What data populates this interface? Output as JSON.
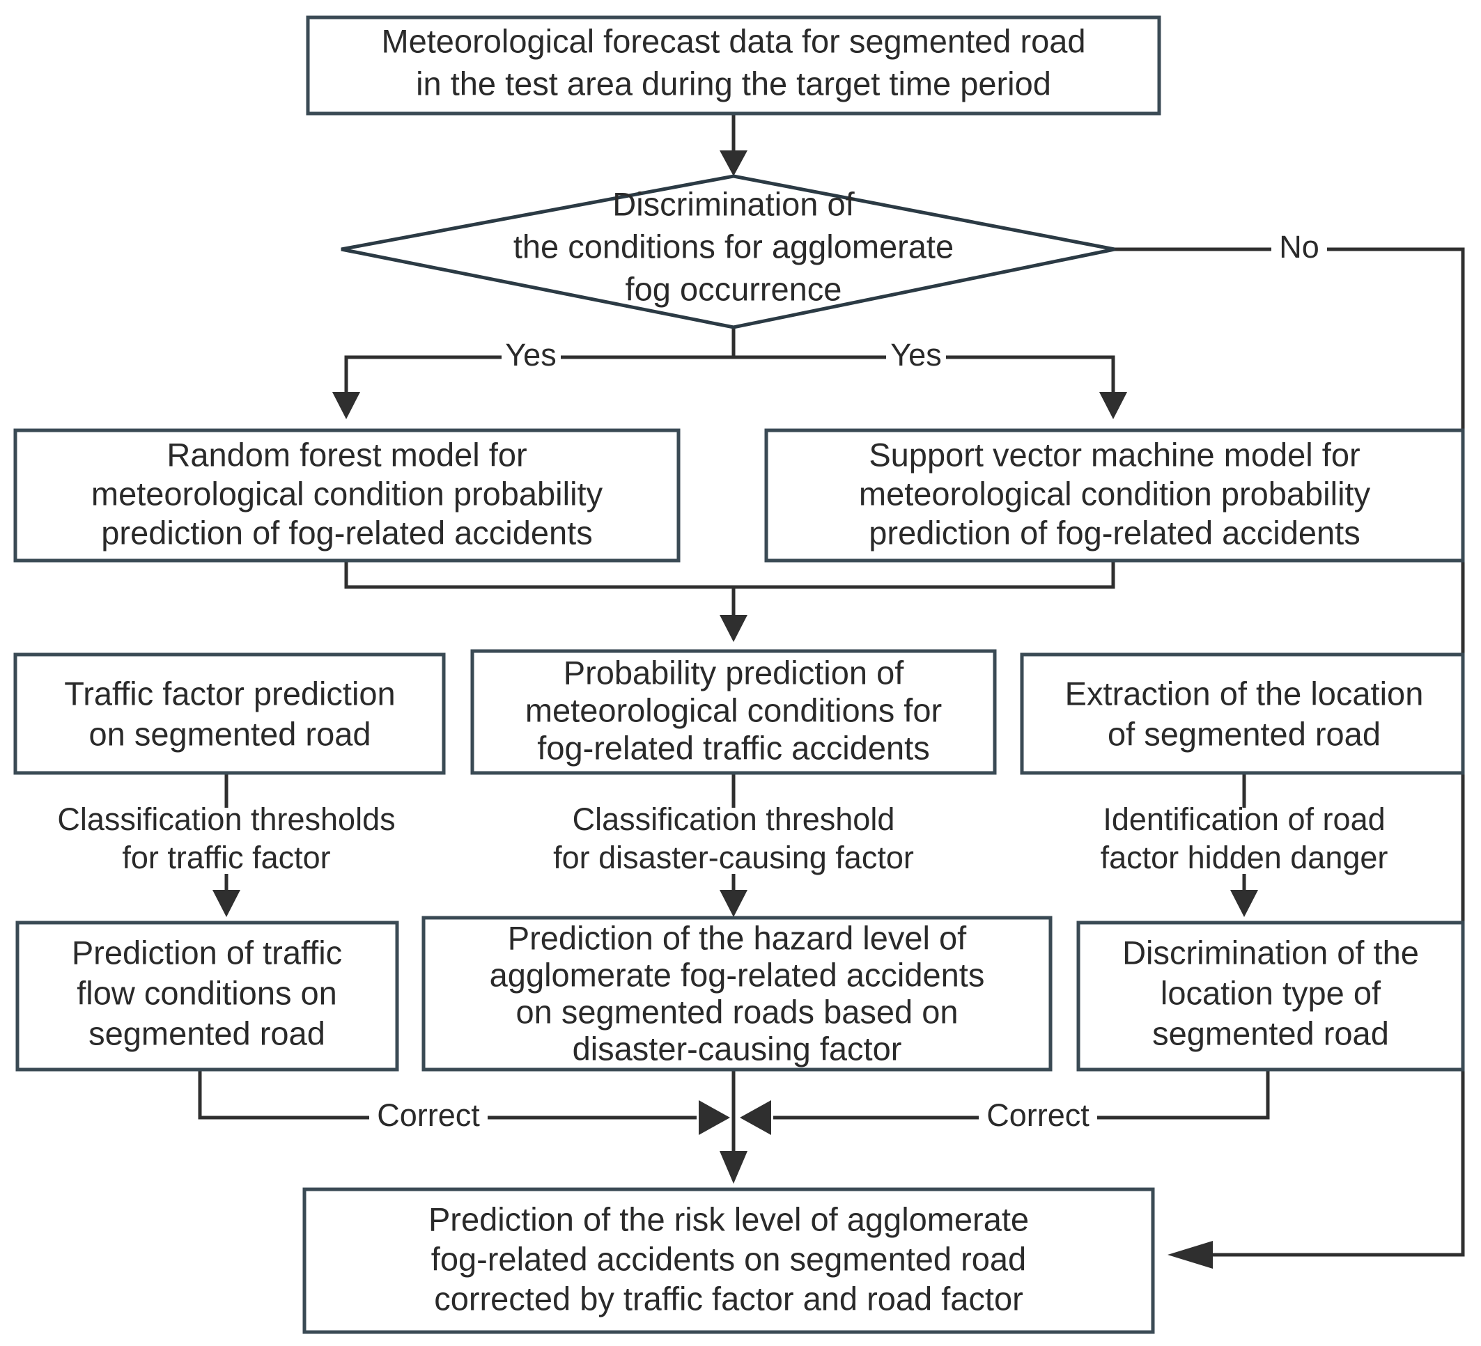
{
  "diagram": {
    "type": "flowchart",
    "title": "Agglomerate fog-related traffic accident risk prediction flowchart",
    "colors": {
      "box_stroke": "#3a4a54",
      "line": "#2f2f2f",
      "text": "#2a2a2a",
      "background": "#ffffff"
    },
    "nodes": {
      "input_data": {
        "shape": "rectangle",
        "lines": [
          "Meteorological forecast data for segmented road",
          "in the test area during the target time period"
        ]
      },
      "decision": {
        "shape": "diamond",
        "lines": [
          "Discrimination of",
          "the conditions for agglomerate",
          "fog occurrence"
        ]
      },
      "random_forest": {
        "shape": "rectangle",
        "lines": [
          "Random forest model for",
          "meteorological condition probability",
          "prediction of fog-related accidents"
        ]
      },
      "svm": {
        "shape": "rectangle",
        "lines": [
          "Support vector machine model for",
          "meteorological condition probability",
          "prediction of fog-related accidents"
        ]
      },
      "traffic_factor": {
        "shape": "rectangle",
        "lines": [
          "Traffic factor prediction",
          "on segmented road"
        ]
      },
      "probability_prediction": {
        "shape": "rectangle",
        "lines": [
          "Probability prediction of",
          "meteorological conditions for",
          "fog-related traffic accidents"
        ]
      },
      "location_extraction": {
        "shape": "rectangle",
        "lines": [
          "Extraction of the location",
          "of segmented road"
        ]
      },
      "traffic_flow_prediction": {
        "shape": "rectangle",
        "lines": [
          "Prediction of traffic",
          "flow conditions on",
          "segmented road"
        ]
      },
      "hazard_level_prediction": {
        "shape": "rectangle",
        "lines": [
          "Prediction of the hazard level of",
          "agglomerate fog-related accidents",
          "on segmented roads based on",
          "disaster-causing factor"
        ]
      },
      "location_type_discrimination": {
        "shape": "rectangle",
        "lines": [
          "Discrimination of the",
          "location type of",
          "segmented road"
        ]
      },
      "risk_level_prediction": {
        "shape": "rectangle",
        "lines": [
          "Prediction of the risk level of agglomerate",
          "fog-related accidents on segmented road",
          "corrected by traffic factor and road factor"
        ]
      }
    },
    "edge_labels": {
      "no": "No",
      "yes_left": "Yes",
      "yes_right": "Yes",
      "traffic_threshold": [
        "Classification thresholds",
        "for traffic factor"
      ],
      "disaster_threshold": [
        "Classification threshold",
        "for disaster-causing factor"
      ],
      "road_hidden_danger": [
        "Identification of road",
        "factor hidden danger"
      ],
      "correct_left": "Correct",
      "correct_right": "Correct"
    }
  }
}
